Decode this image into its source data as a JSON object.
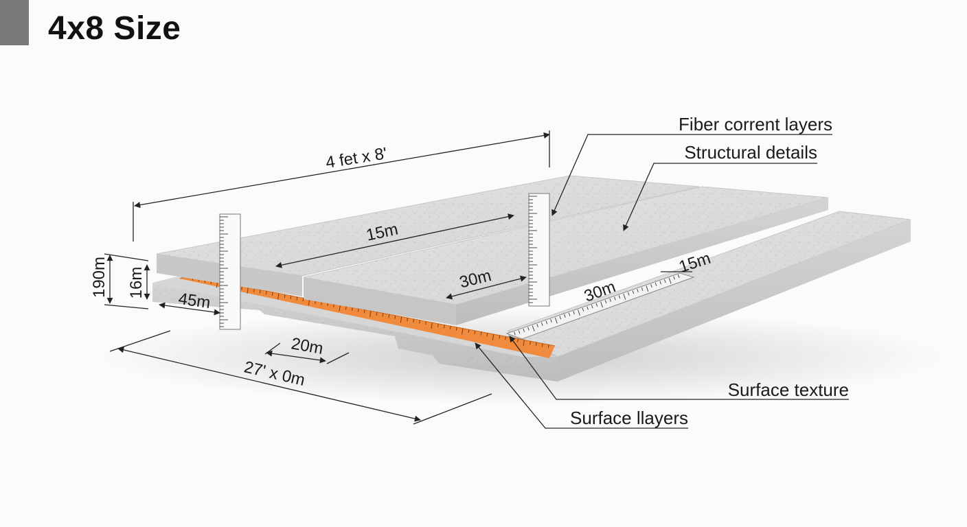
{
  "title": "4x8 Size",
  "dimensions": {
    "overall_top": "4 fet x 8'",
    "overall_front": "27' x 0m",
    "height_outer": "190m",
    "height_inner": "16m",
    "left_depth": "45m",
    "groove_left": "15m",
    "groove_right": "30m",
    "bottom_gap": "20m",
    "ruler_near": "30m",
    "ruler_far": "15m"
  },
  "callouts": {
    "fiber": "Fiber corrent layers",
    "structural": "Structural details",
    "texture": "Surface texture",
    "layers": "Surface llayers"
  },
  "colors": {
    "panel_top": "#dcdcdc",
    "panel_side": "#c9c9c9",
    "accent_orange": "#f08a3c",
    "line": "#222222"
  }
}
